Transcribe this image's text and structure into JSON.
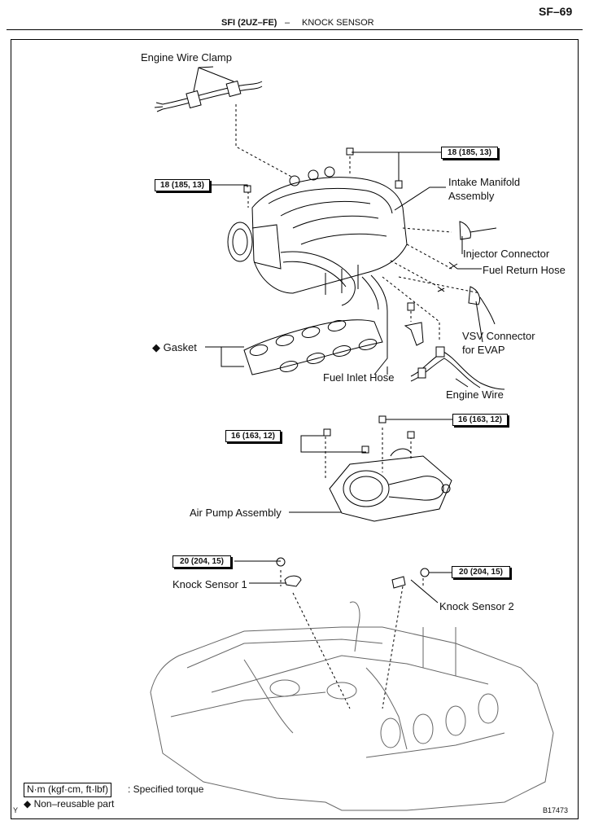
{
  "header": {
    "page_number": "SF–69",
    "section": "SFI (2UZ–FE)",
    "dash": "–",
    "title": "KNOCK SENSOR"
  },
  "labels": {
    "engine_wire_clamp": "Engine Wire Clamp",
    "intake_manifold_line1": "Intake Manifold",
    "intake_manifold_line2": "Assembly",
    "injector_connector": "Injector Connector",
    "fuel_return_hose": "Fuel Return Hose",
    "gasket": "Gasket",
    "vsv_connector_line1": "VSV Connector",
    "vsv_connector_line2": "for EVAP",
    "fuel_inlet_hose": "Fuel Inlet Hose",
    "engine_wire": "Engine Wire",
    "air_pump_assembly": "Air Pump Assembly",
    "knock_sensor_1": "Knock Sensor 1",
    "knock_sensor_2": "Knock Sensor 2"
  },
  "torque": {
    "manifold_right": "18 (185, 13)",
    "manifold_left": "18 (185, 13)",
    "air_pump_left": "16 (163, 12)",
    "air_pump_right": "16 (163, 12)",
    "knock_1": "20 (204, 15)",
    "knock_2": "20 (204, 15)"
  },
  "legend": {
    "unit": "N·m (kgf·cm, ft·lbf)",
    "unit_desc": ": Specified torque",
    "non_reusable_symbol": "◆",
    "non_reusable": "Non–reusable part"
  },
  "footer": {
    "left_mark": "Y",
    "figure_id": "B17473"
  }
}
